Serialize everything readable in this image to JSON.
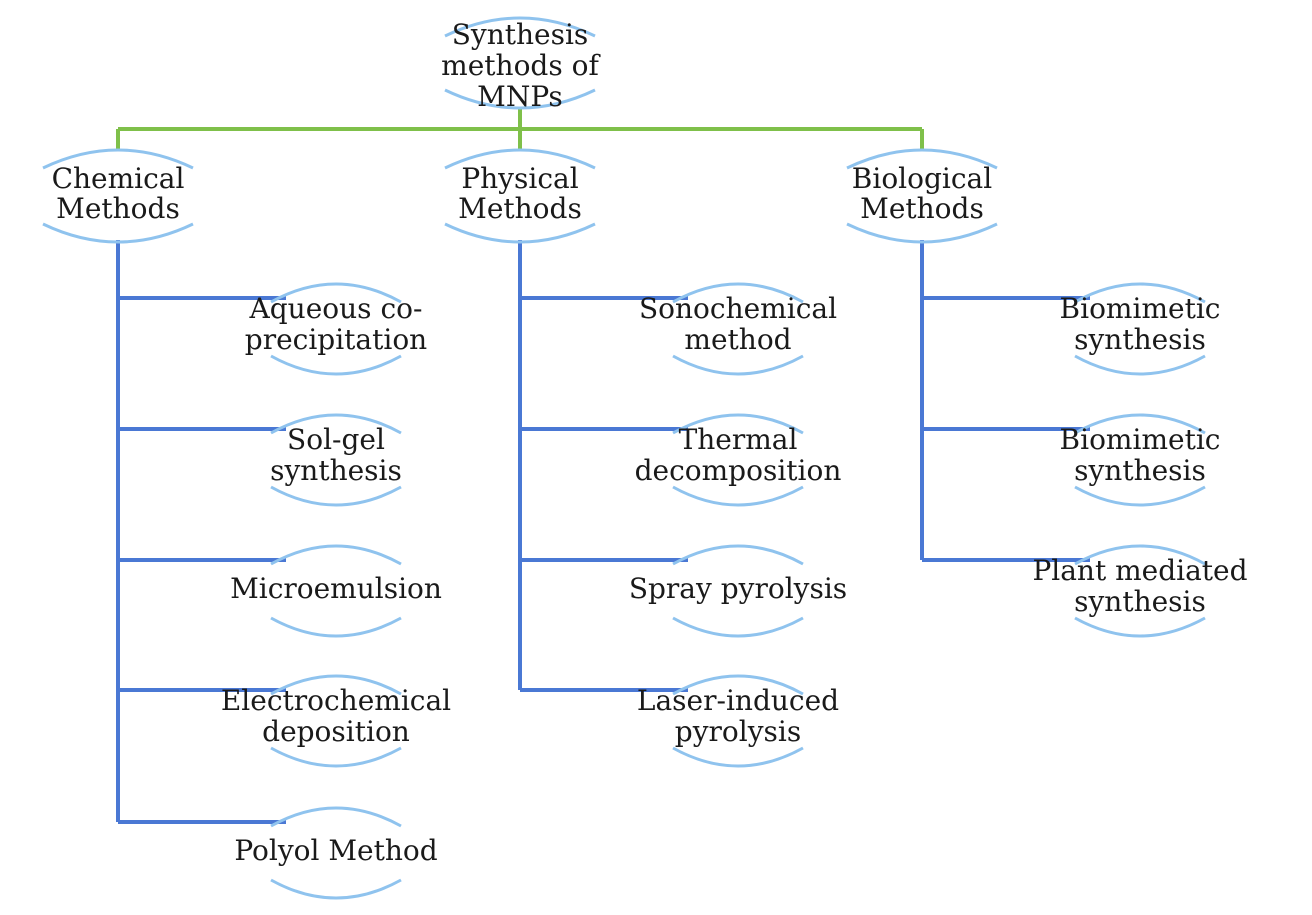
{
  "colors": {
    "top_connector": "#7fc04a",
    "branch_connector": "#4a78d4",
    "node_outline": "#8fc3ee",
    "text": "#1a1a1a"
  },
  "root": {
    "lines": [
      "Synthesis",
      "methods of",
      "MNPs"
    ]
  },
  "categories": [
    {
      "lines": [
        "Chemical",
        "Methods"
      ],
      "children": [
        {
          "lines": [
            "Aqueous co-",
            "precipitation"
          ]
        },
        {
          "lines": [
            "Sol-gel",
            "synthesis"
          ]
        },
        {
          "lines": [
            "Microemulsion"
          ]
        },
        {
          "lines": [
            "Electrochemical",
            "deposition"
          ]
        },
        {
          "lines": [
            "Polyol Method"
          ]
        }
      ]
    },
    {
      "lines": [
        "Physical",
        "Methods"
      ],
      "children": [
        {
          "lines": [
            "Sonochemical",
            "method"
          ]
        },
        {
          "lines": [
            "Thermal",
            "decomposition"
          ]
        },
        {
          "lines": [
            "Spray pyrolysis"
          ]
        },
        {
          "lines": [
            "Laser-induced",
            "pyrolysis"
          ]
        }
      ]
    },
    {
      "lines": [
        "Biological",
        "Methods"
      ],
      "children": [
        {
          "lines": [
            "Biomimetic",
            "synthesis"
          ]
        },
        {
          "lines": [
            "Biomimetic",
            "synthesis"
          ]
        },
        {
          "lines": [
            "Plant mediated",
            "synthesis"
          ]
        }
      ]
    }
  ]
}
